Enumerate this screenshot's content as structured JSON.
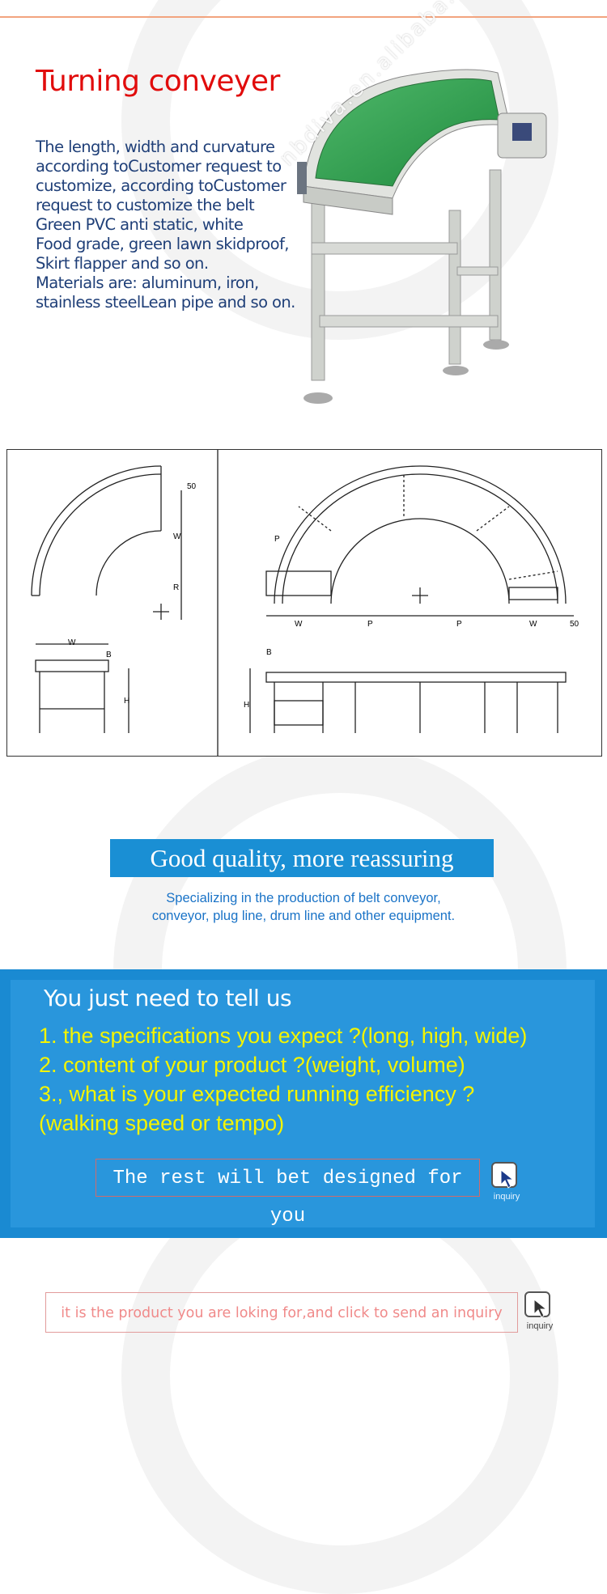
{
  "product": {
    "title": "Turning conveyer",
    "description_lines": [
      "The length, width and curvature",
      "according toCustomer request to",
      "customize, according toCustomer",
      "request to customize the belt",
      "Green PVC anti static, white",
      "Food grade, green lawn skidproof,",
      "Skirt flapper and so on.",
      "Materials are: aluminum, iron,",
      "stainless steelLean pipe and so on."
    ],
    "watermark": "nbdiva.en.alibaba.com"
  },
  "drawing": {
    "labels": {
      "dim_50": "50",
      "dim_w": "W",
      "dim_r": "R",
      "dim_b": "B",
      "dim_h": "H",
      "dim_p": "P"
    }
  },
  "quality": {
    "banner": "Good quality, more reassuring",
    "subtitle_lines": [
      "Specializing in the production of belt conveyor,",
      "conveyor, plug line, drum line and other equipment."
    ]
  },
  "tell_us": {
    "title": "You just need to tell us",
    "items": [
      "1. the specifications you expect ?(long, high, wide)",
      "2. content of your product ?(weight, volume)",
      "3., what is your expected running efficiency ?",
      "(walking speed or tempo)"
    ],
    "rest_text": "The rest will bet designed for you",
    "inquiry_label": "inquiry"
  },
  "bottom": {
    "cta_text": "it is the product you are loking for,and click to send an inquiry",
    "inquiry_label": "inquiry"
  },
  "colors": {
    "title_red": "#e10c0c",
    "text_navy": "#1f3f78",
    "brand_blue": "#1a8ad2",
    "highlight_yellow": "#f4f400",
    "cta_pink": "#f08a8a"
  },
  "icons": [
    "inquiry-cursor-icon"
  ]
}
